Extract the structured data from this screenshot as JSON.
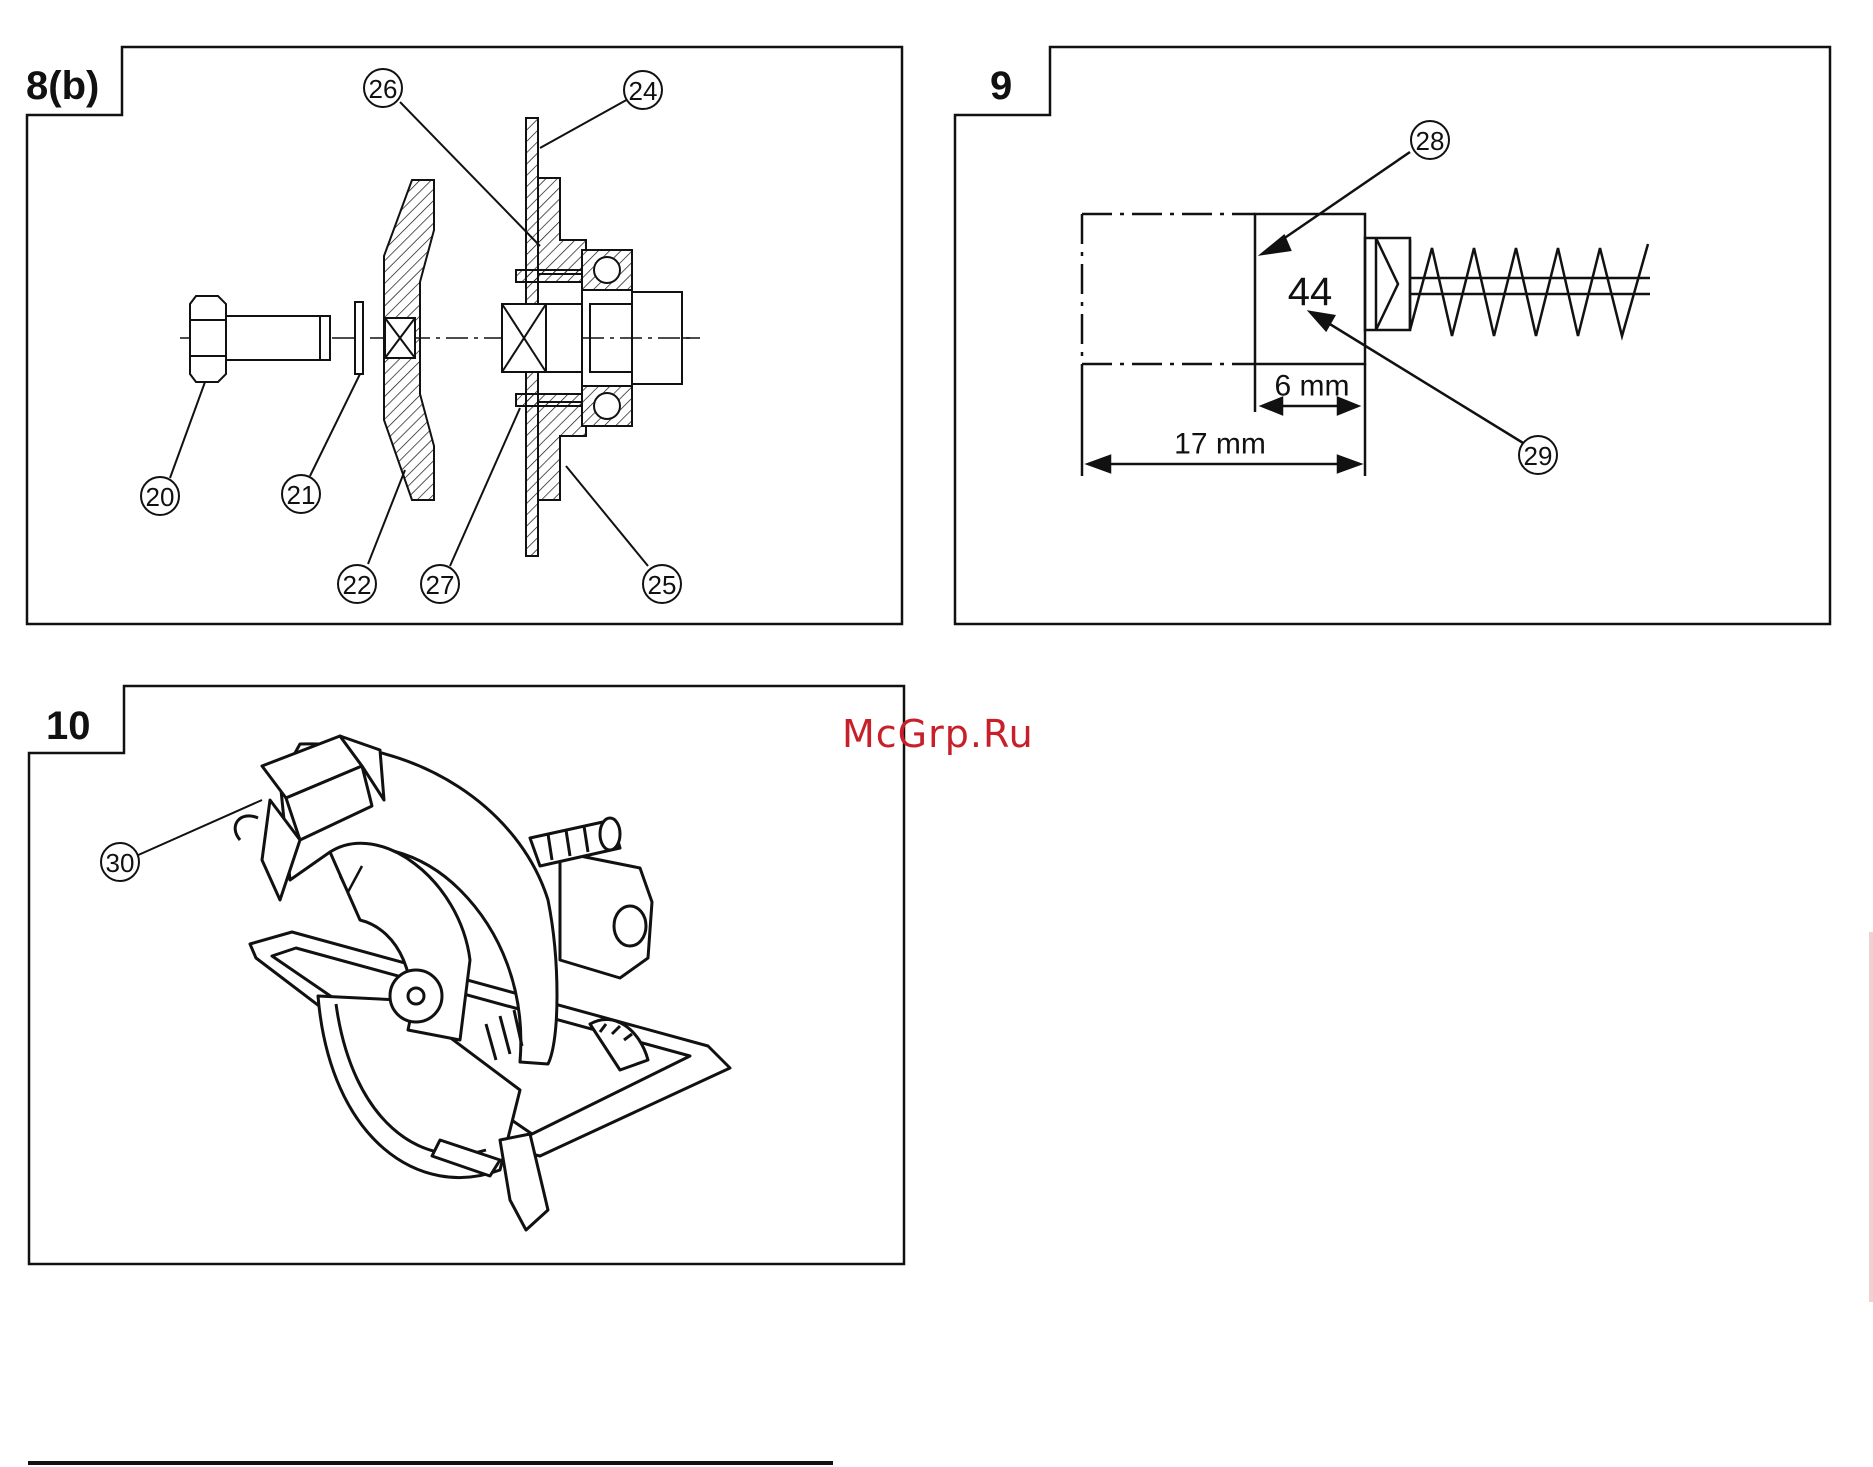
{
  "figures": [
    {
      "id": "fig-8b",
      "title": "8(b)",
      "callouts": [
        "20",
        "21",
        "22",
        "24",
        "25",
        "26",
        "27"
      ]
    },
    {
      "id": "fig-9",
      "title": "9",
      "callouts": [
        "28",
        "29"
      ],
      "brush_value": "44",
      "dimensions": [
        "6 mm",
        "17 mm"
      ]
    },
    {
      "id": "fig-10",
      "title": "10",
      "callouts": [
        "30"
      ]
    }
  ],
  "watermark": "McGrp.Ru",
  "colors": {
    "line": "#111111",
    "watermark": "#c8202a",
    "background": "#ffffff"
  }
}
